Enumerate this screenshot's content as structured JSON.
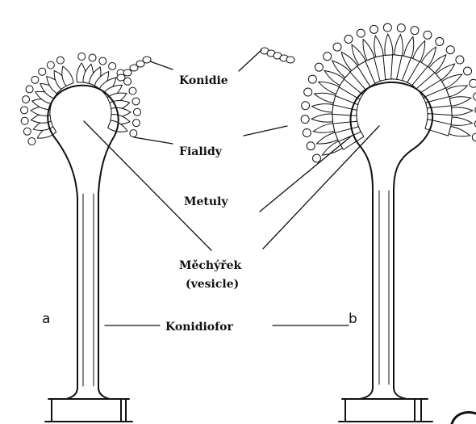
{
  "labels": {
    "konidie": "Konidie",
    "fialidy": "Fialidy",
    "metuly": "Metuly",
    "mechyrek": "Měchýřek",
    "vesicle": "(vesicle)",
    "konidiofor": "Konidiofor"
  },
  "panels": {
    "left": "a",
    "right": "b"
  },
  "colors": {
    "ink": "#111111",
    "paper": "#ffffff"
  }
}
